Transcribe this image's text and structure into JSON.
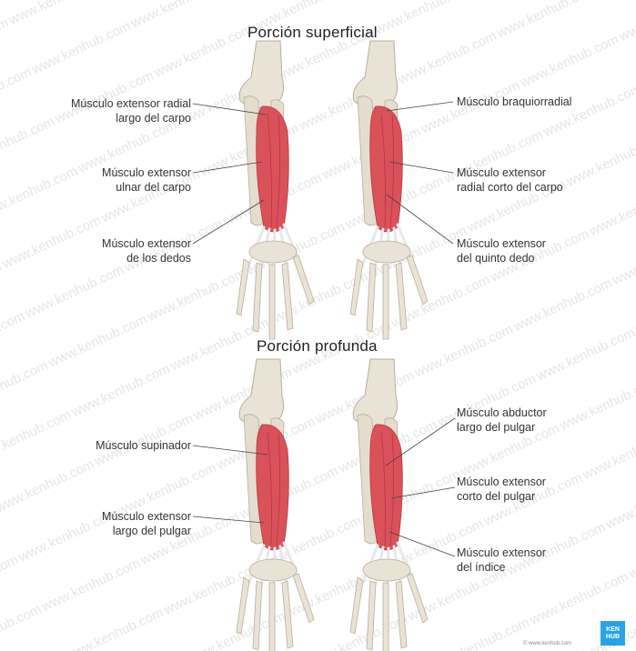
{
  "watermark": "www.kenhub.com ©",
  "colors": {
    "muscle": "#d9525a",
    "muscle_dark": "#b83440",
    "bone": "#e9e3d6",
    "bone_shade": "#cfc6b2",
    "tendon": "#e6e8ee",
    "brand": "#2aa2e4"
  },
  "sections": [
    {
      "title": "Porción superficial",
      "labels": [
        {
          "lines": [
            "Músculo extensor radial",
            "largo del carpo"
          ]
        },
        {
          "lines": [
            "Músculo extensor",
            "ulnar del carpo"
          ]
        },
        {
          "lines": [
            "Músculo extensor",
            "de los dedos"
          ]
        },
        {
          "lines": [
            "Músculo braquiorradial"
          ]
        },
        {
          "lines": [
            "Músculo extensor",
            "radial corto del carpo"
          ]
        },
        {
          "lines": [
            "Músculo extensor",
            "del quinto dedo"
          ]
        }
      ]
    },
    {
      "title": "Porción profunda",
      "labels": [
        {
          "lines": [
            "Músculo supinador"
          ]
        },
        {
          "lines": [
            "Músculo extensor",
            "largo del pulgar"
          ]
        },
        {
          "lines": [
            "Músculo abductor",
            "largo del pulgar"
          ]
        },
        {
          "lines": [
            "Músculo extensor",
            "corto del pulgar"
          ]
        },
        {
          "lines": [
            "Músculo extensor",
            "del índice"
          ]
        }
      ]
    }
  ],
  "logo": {
    "line1": "KEN",
    "line2": "HUB"
  },
  "copyright": "© www.kenhub.com"
}
